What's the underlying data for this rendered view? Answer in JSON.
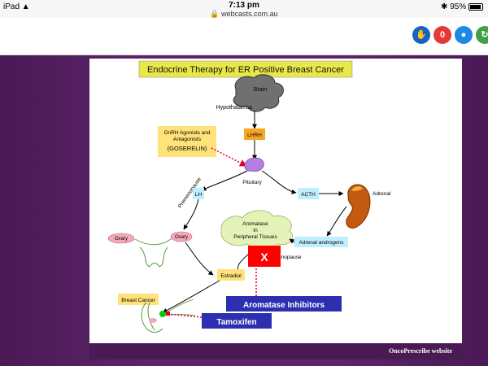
{
  "status_bar": {
    "device": "iPad",
    "time": "7:13 pm",
    "url": "webcasts.com.au",
    "battery": "95%"
  },
  "toolbar": {
    "buttons": [
      {
        "icon": "hand-icon",
        "color": "#1565c0"
      },
      {
        "icon": "zero-badge-icon",
        "label": "0",
        "color": "#e53935"
      },
      {
        "icon": "globe-icon",
        "color": "#1e88e5"
      },
      {
        "icon": "refresh-icon",
        "color": "#43a047"
      }
    ]
  },
  "slide": {
    "title": "Endocrine Therapy for ER Positive Breast Cancer",
    "brain": "Brain",
    "hypothalamus": "Hypothalamus",
    "gnrh_line1": "GnRH Agonists and",
    "gnrh_line2": "Antagonists",
    "goserelin": "(GOSERELIN)",
    "lhrh": "LHRH",
    "pituitary": "Pituitary",
    "premenopause": "Premenopause",
    "lh": "LH",
    "acth": "ACTH",
    "adrenal": "Adrenal",
    "aromatase_line1": "Aromatase",
    "aromatase_line2": "In",
    "aromatase_line3": "Peripheral Tissues",
    "adrenal_androgens": "Adrenal androgens",
    "postmenopause_visible": "enopause",
    "ovary_left": "Ovary",
    "ovary_right": "Ovary",
    "x_mark": "X",
    "estradiol": "Estradiol",
    "breast_cancer": "Breast Cancer",
    "aromatase_inhibitors": "Aromatase Inhibitors",
    "tamoxifen": "Tamoxifen",
    "footer": "OncoPrescribe website"
  },
  "colors": {
    "title_bg": "#e8e84a",
    "label_bg": "#ffe27a",
    "lhrh_bg": "#f5a623",
    "cyan_box": "#bfefff",
    "drug_box": "#2b2fb0",
    "x_red": "#ff0000",
    "brain_gray": "#666666",
    "ovary_pink": "#f4a8b8",
    "cloud_green": "#e3f3b8"
  }
}
